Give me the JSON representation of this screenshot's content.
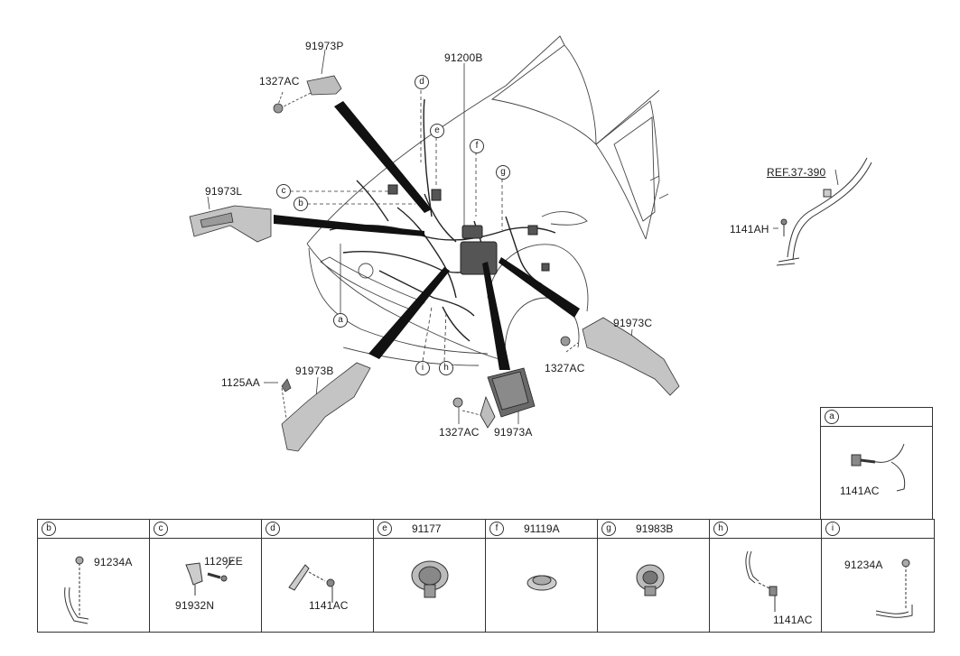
{
  "main_labels": {
    "p91973P": "91973P",
    "p1327AC_top": "1327AC",
    "p91200B": "91200B",
    "p91973L": "91973L",
    "p1141AH": "1141AH",
    "ref": "REF.37-390",
    "p91973C": "91973C",
    "p1327AC_right": "1327AC",
    "p1125AA": "1125AA",
    "p91973B": "91973B",
    "p1327AC_bottom": "1327AC",
    "p91973A": "91973A"
  },
  "callouts": {
    "a": "a",
    "b": "b",
    "c": "c",
    "d": "d",
    "e": "e",
    "f": "f",
    "g": "g",
    "h": "h",
    "i": "i"
  },
  "detail_a": {
    "letter": "a",
    "part": "1141AC"
  },
  "detail_cells": [
    {
      "letter": "b",
      "header_part": "",
      "parts": [
        "91234A"
      ]
    },
    {
      "letter": "c",
      "header_part": "",
      "parts": [
        "1129EE",
        "91932N"
      ]
    },
    {
      "letter": "d",
      "header_part": "",
      "parts": [
        "1141AC"
      ]
    },
    {
      "letter": "e",
      "header_part": "91177",
      "parts": []
    },
    {
      "letter": "f",
      "header_part": "91119A",
      "parts": []
    },
    {
      "letter": "g",
      "header_part": "91983B",
      "parts": []
    },
    {
      "letter": "h",
      "header_part": "",
      "parts": [
        "1141AC"
      ]
    },
    {
      "letter": "i",
      "header_part": "",
      "parts": [
        "91234A"
      ]
    }
  ],
  "colors": {
    "line": "#1a1a1a",
    "part_fill": "#c8c8c8",
    "part_dark": "#5a5a5a"
  }
}
